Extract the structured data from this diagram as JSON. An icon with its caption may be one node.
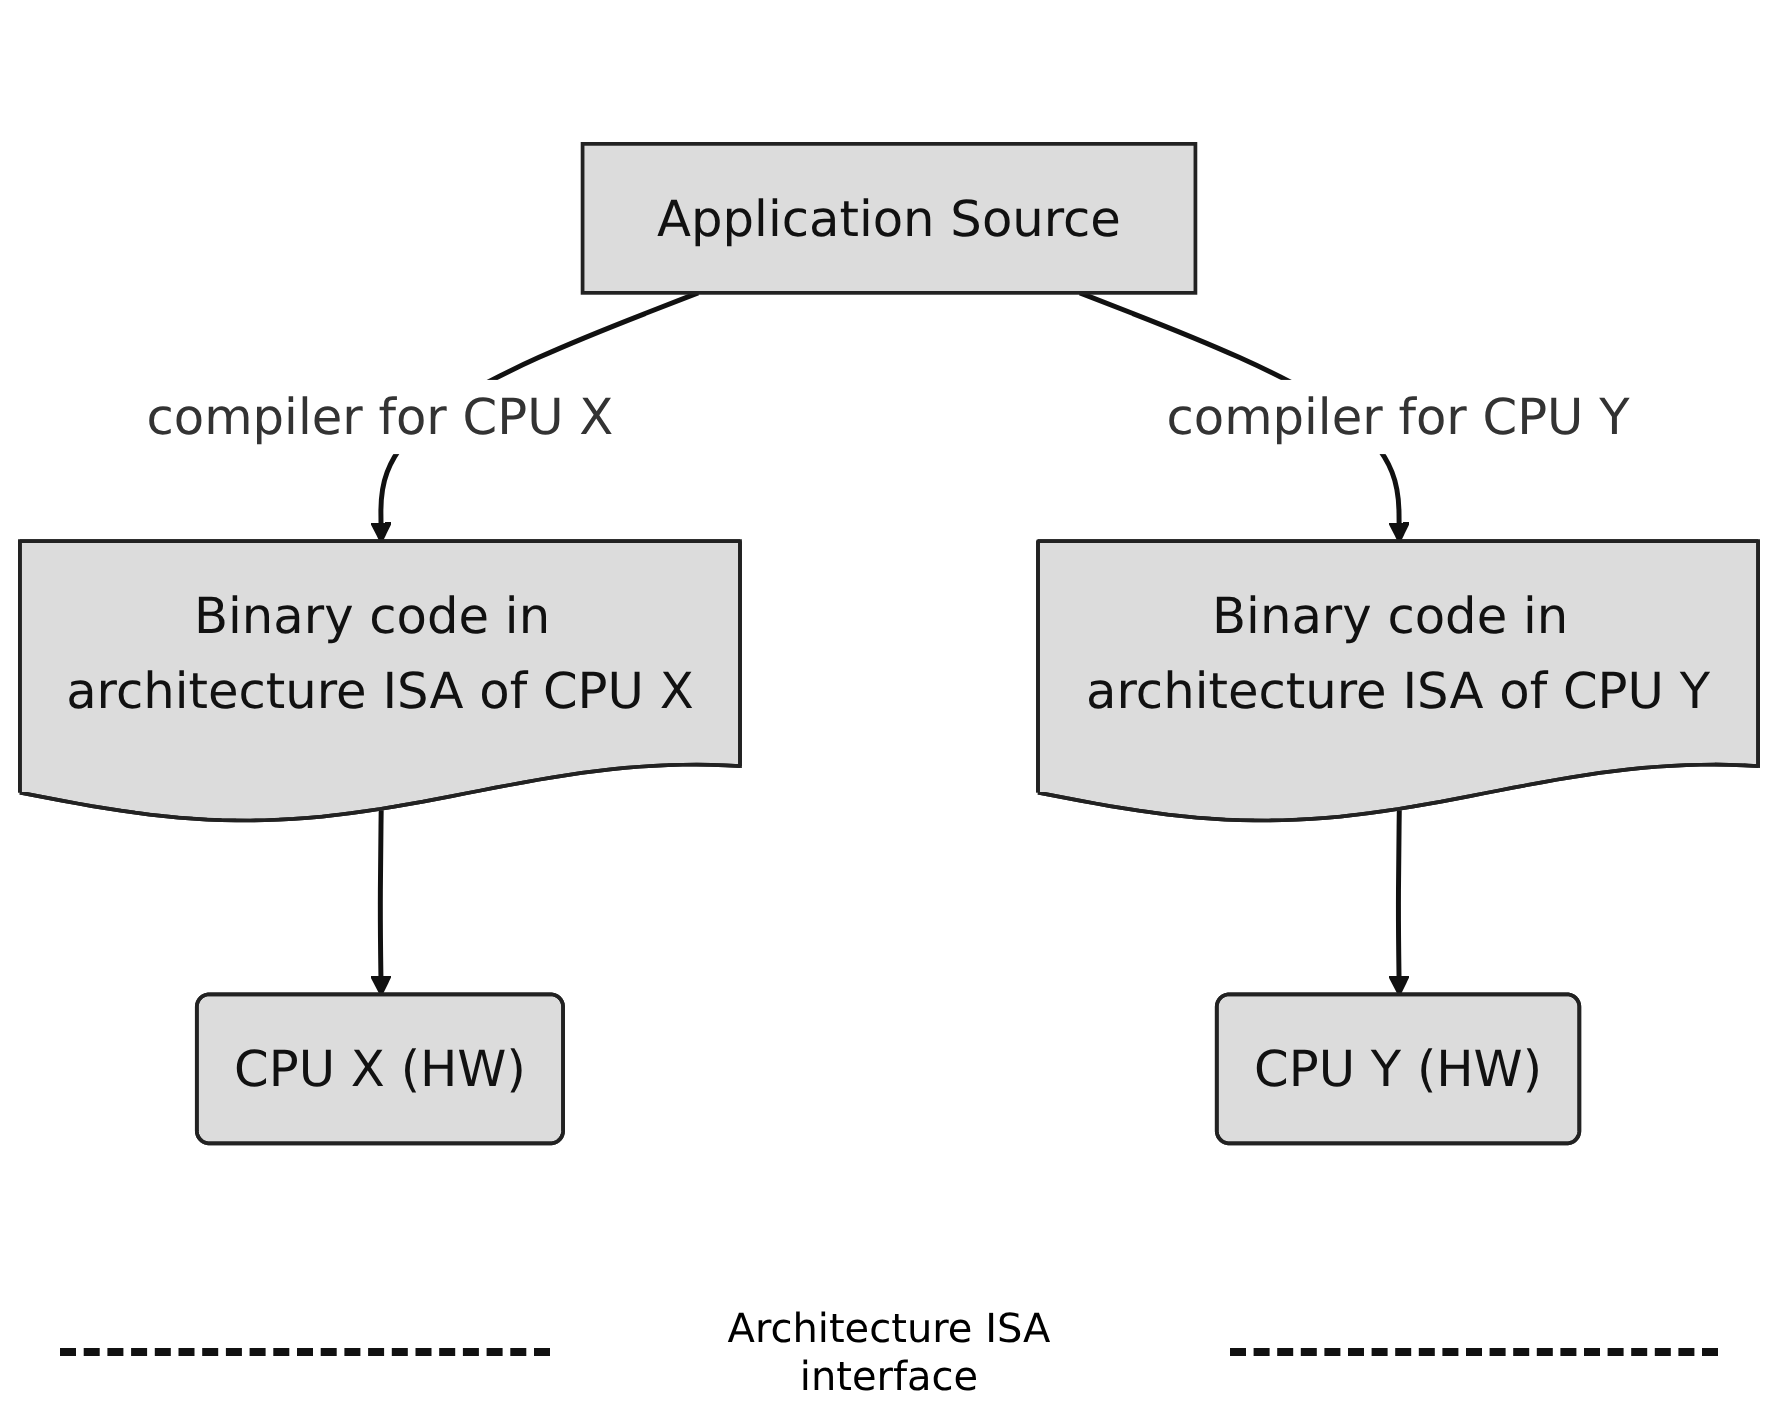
{
  "diagram": {
    "nodes": [
      {
        "text": [
          "Application Source"
        ]
      },
      {
        "text": [
          "Binary code in architecture ISA of CPU X"
        ]
      },
      {
        "text": [
          "Binary code in architecture ISA of CPU Y"
        ]
      },
      {
        "text": [
          "CPU X (HW)"
        ]
      },
      {
        "text": [
          "CPU Y (HW)"
        ]
      }
    ],
    "edges": [
      {
        "from": 0,
        "to": 1,
        "arrow": "to",
        "label": "compiler for CPU X"
      },
      {
        "from": 0,
        "to": 2,
        "arrow": "to",
        "label": "compiler for CPU Y"
      },
      {
        "from": 1,
        "to": 3,
        "arrow": "to"
      },
      {
        "from": 2,
        "to": 4,
        "arrow": "to"
      }
    ],
    "labels": [
      "Architecture ISA interface"
    ]
  }
}
